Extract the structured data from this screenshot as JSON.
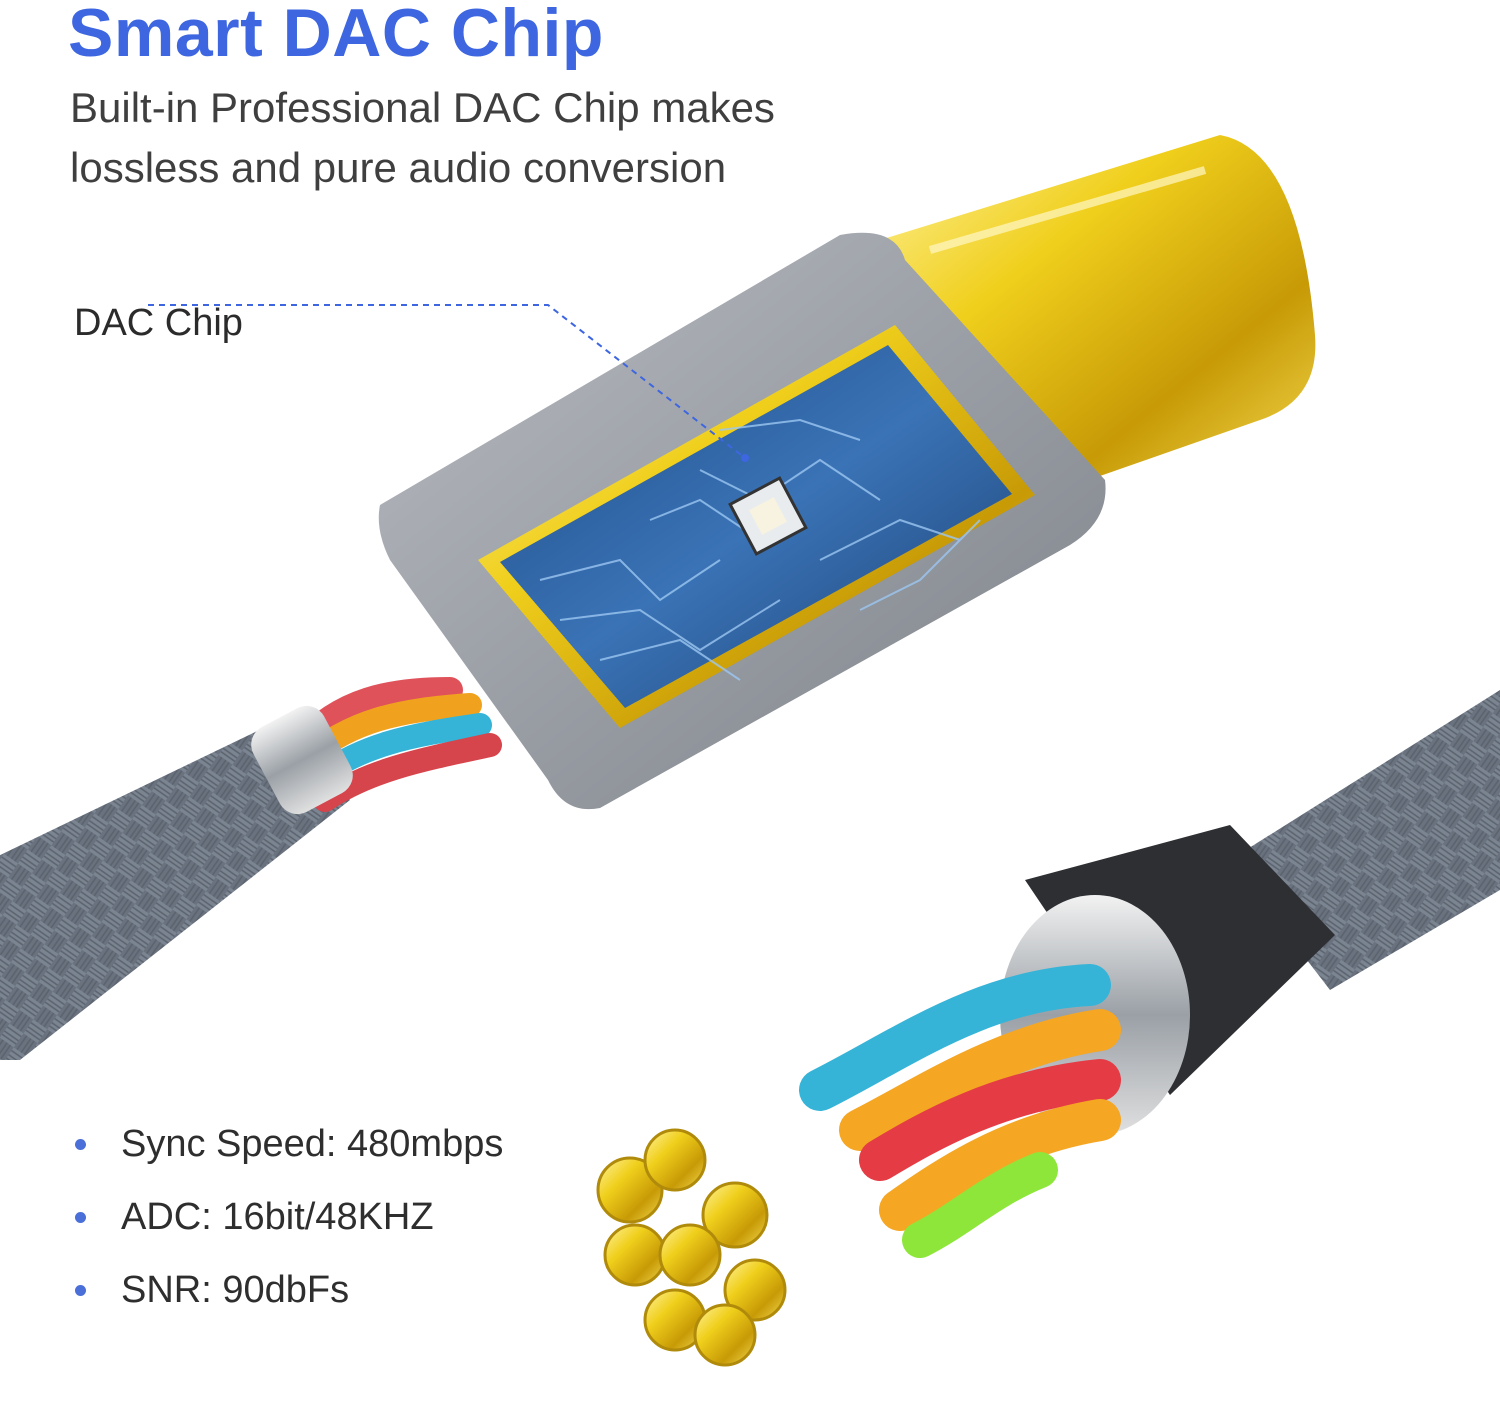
{
  "header": {
    "title": "Smart DAC Chip",
    "subtitle_line1": "Built-in Professional DAC Chip makes",
    "subtitle_line2": "lossless and pure audio conversion"
  },
  "callout": {
    "label": "DAC Chip"
  },
  "specs": [
    {
      "text": "Sync Speed: 480mbps"
    },
    {
      "text": "ADC: 16bit/48KHZ"
    },
    {
      "text": "SNR: 90dbFs"
    }
  ],
  "colors": {
    "title": "#3d66e0",
    "bullet": "#4a6fd8",
    "gold": "#e3c21b",
    "housing": "#9a9ea5",
    "braid": "#6b7480",
    "pcb": "#2a5a9a"
  },
  "icons": {
    "bullet": "dot-icon"
  }
}
